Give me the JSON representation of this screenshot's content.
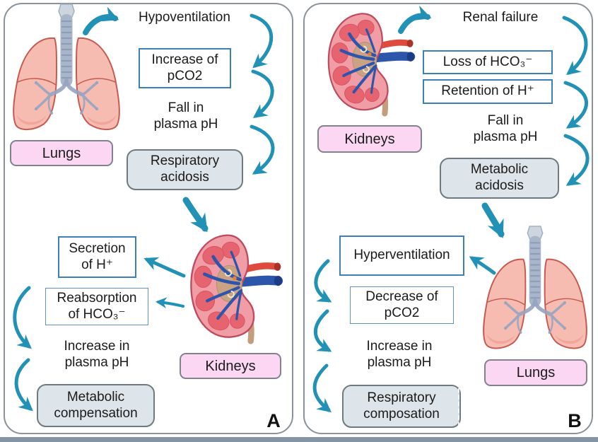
{
  "figure": {
    "colors": {
      "arrow_teal": "#2191b6",
      "process_box_border_blue": "#3d7fb8",
      "result_box_fill": "#dde5ea",
      "organ_label_fill": "#fbd7f3",
      "panel_border": "#8a929a",
      "bottom_strip": "#8496a6"
    },
    "icons": {
      "panel_a_top": "lungs-icon",
      "panel_a_bottom": "kidney-icon",
      "panel_b_top": "kidney-icon",
      "panel_b_bottom": "lungs-icon"
    },
    "panel_a": {
      "label": "A",
      "organ_top_label": "Lungs",
      "organ_bottom_label": "Kidneys",
      "flow": {
        "step1": "Hypoventilation",
        "step2_l1": "Increase of",
        "step2_l2": "pCO2",
        "step3_l1": "Fall in",
        "step3_l2": "plasma pH",
        "step4_l1": "Respiratory",
        "step4_l2": "acidosis",
        "step5_l1": "Secretion",
        "step5_l2": "of H⁺",
        "step6_l1": "Reabsorption",
        "step6_l2": "of HCO₃⁻",
        "step7_l1": "Increase in",
        "step7_l2": "plasma pH",
        "step8_l1": "Metabolic",
        "step8_l2": "compensation"
      }
    },
    "panel_b": {
      "label": "B",
      "organ_top_label": "Kidneys",
      "organ_bottom_label": "Lungs",
      "flow": {
        "step1": "Renal failure",
        "step2": "Loss of HCO₃⁻",
        "step3": "Retention of H⁺",
        "step4_l1": "Fall in",
        "step4_l2": "plasma pH",
        "step5_l1": "Metabolic",
        "step5_l2": "acidosis",
        "step6": "Hyperventilation",
        "step7_l1": "Decrease of",
        "step7_l2": "pCO2",
        "step8_l1": "Increase in",
        "step8_l2": "plasma pH",
        "step9_l1": "Respiratory",
        "step9_l2": "composation"
      }
    }
  }
}
